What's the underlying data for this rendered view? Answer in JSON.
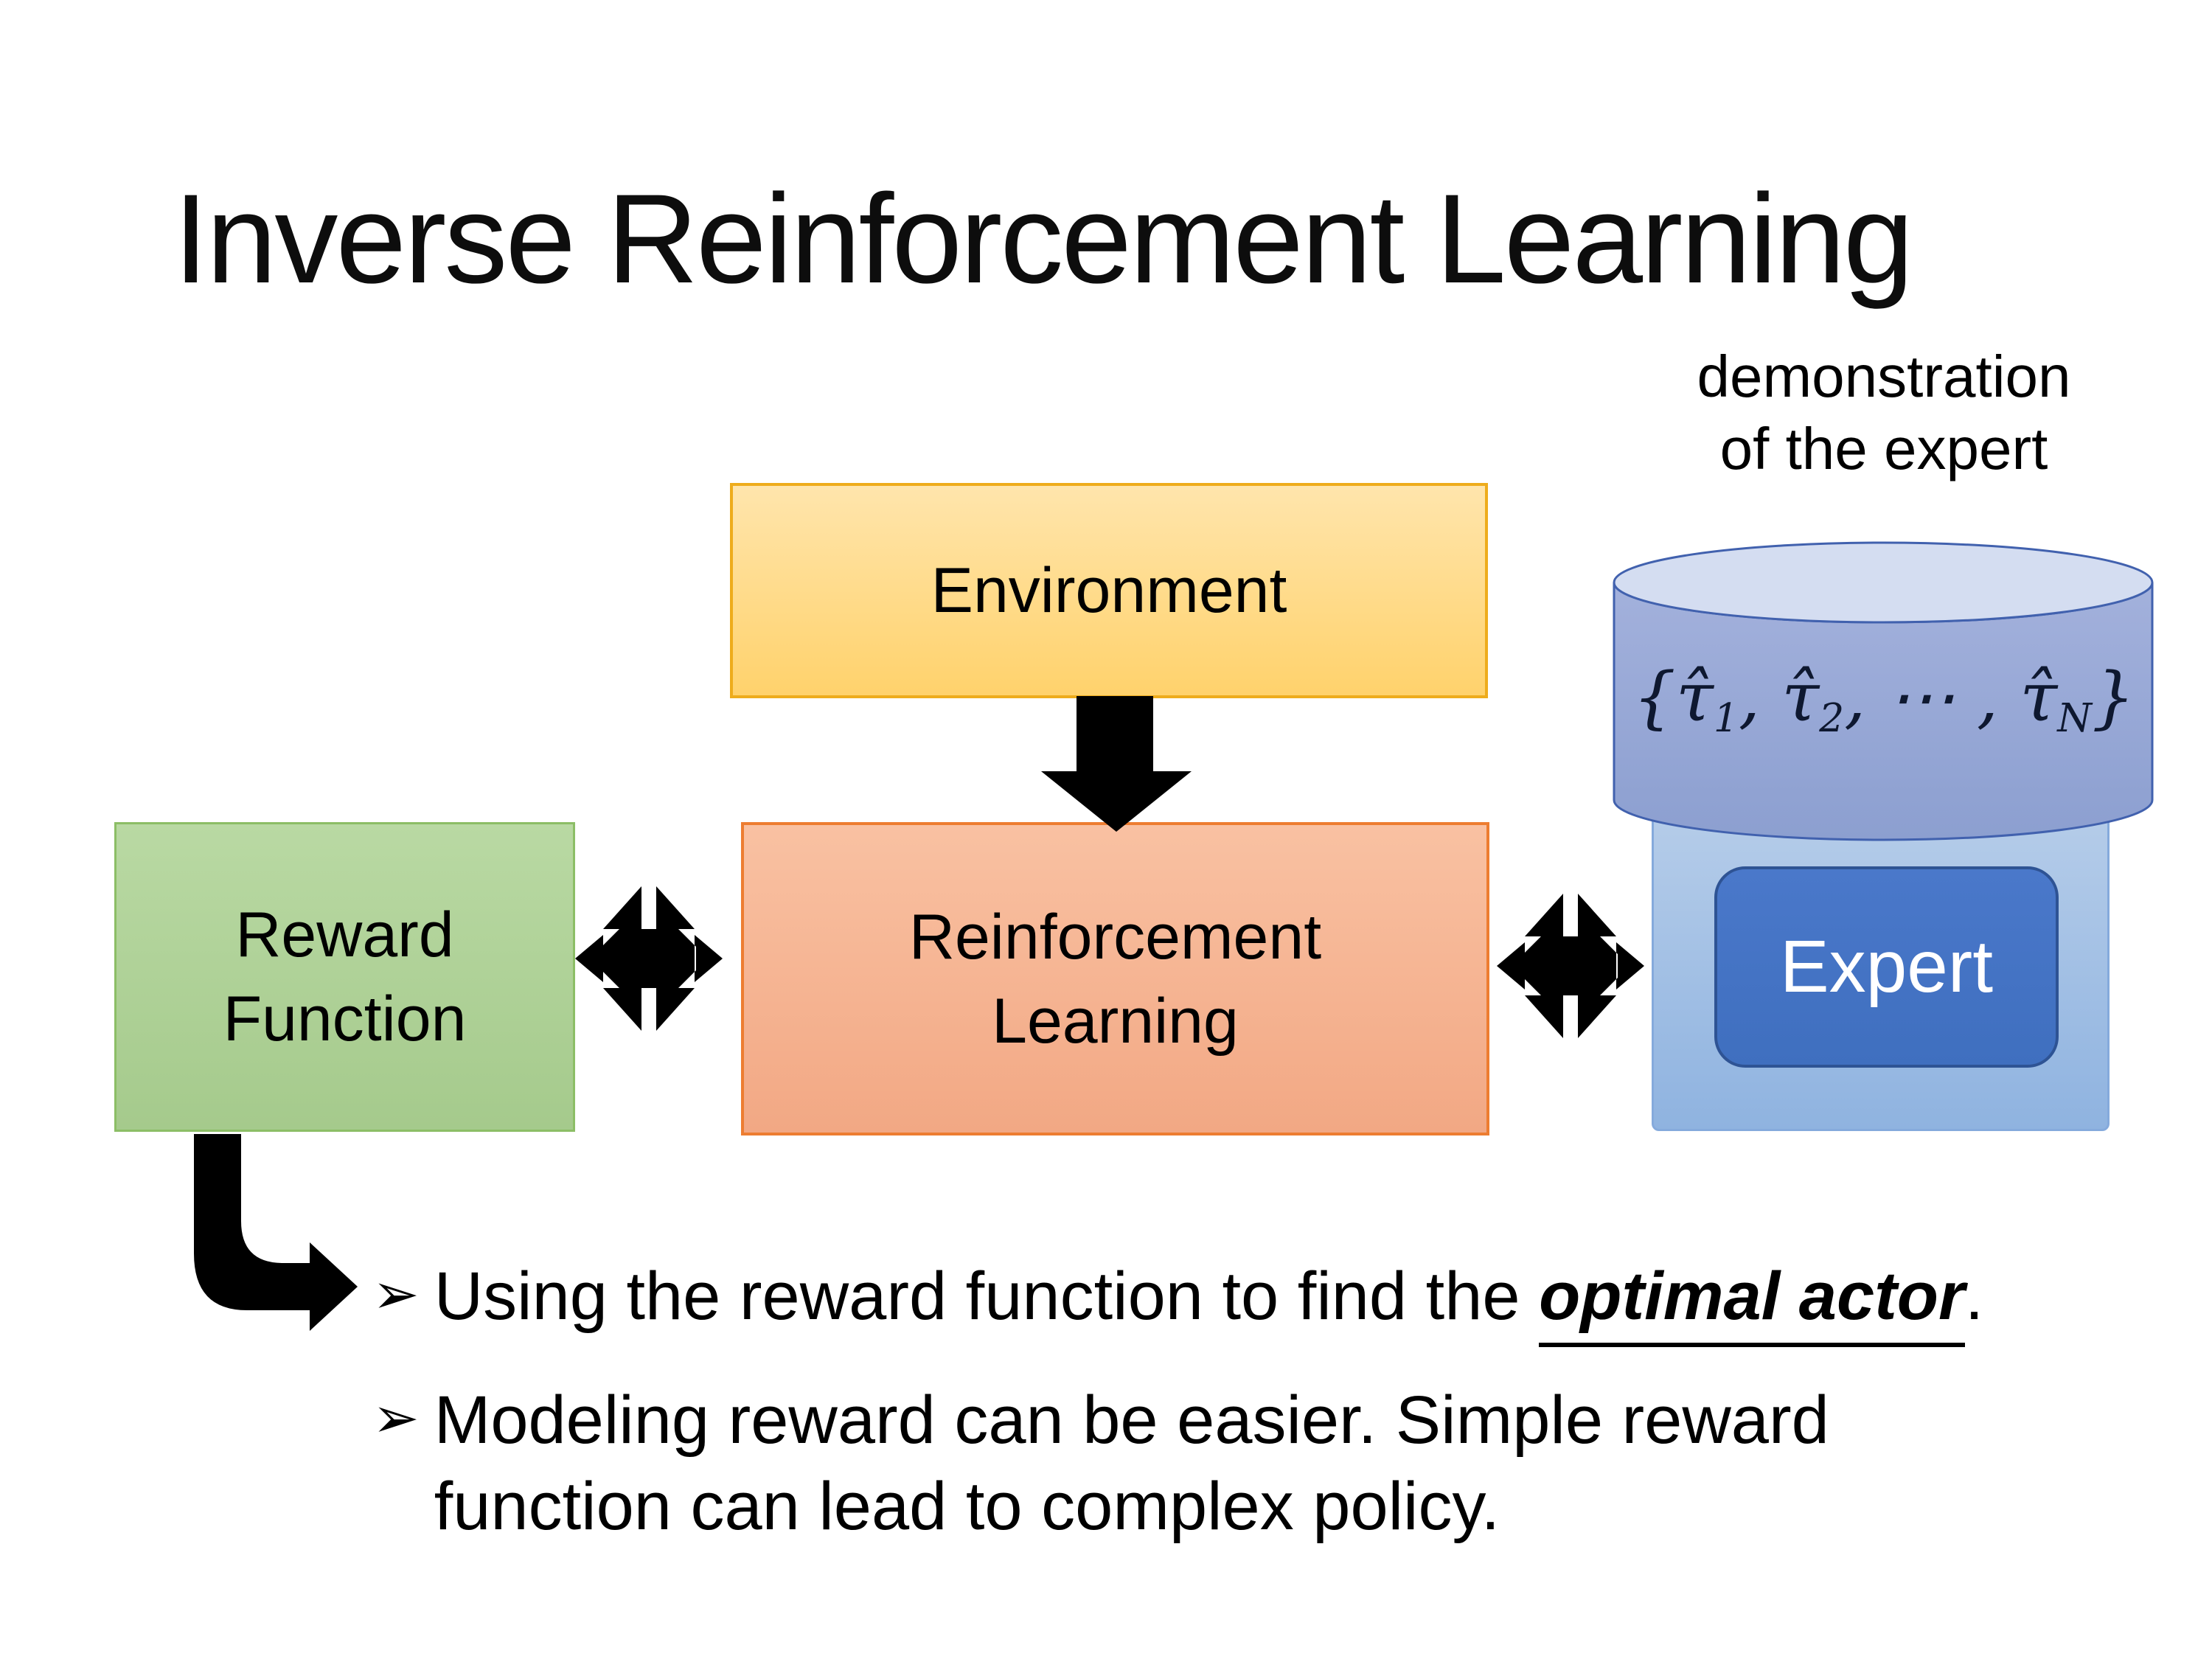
{
  "slide": {
    "title": "Inverse Reinforcement Learning"
  },
  "diagram": {
    "demo_label": {
      "line1": "demonstration",
      "line2": "of the expert"
    },
    "environment_box": {
      "label": "Environment"
    },
    "reward_box": {
      "line1": "Reward",
      "line2": "Function"
    },
    "rl_box": {
      "line1": "Reinforcement",
      "line2": "Learning"
    },
    "expert_box": {
      "label": "Expert"
    },
    "formula": {
      "p1": "{τ̂",
      "s1": "1",
      "p2": ", τ̂",
      "s2": "2",
      "p3": ", ⋯ , τ̂",
      "s3": "N",
      "p4": "}"
    },
    "icons": {
      "down_arrow": "down-arrow",
      "exchange_arrow": "double-exchange-arrow",
      "elbow_arrow": "elbow-arrow",
      "database": "database-cylinder"
    },
    "colors": {
      "environment_fill": "#ffd26c",
      "environment_border": "#eeac1c",
      "reward_fill": "#aed196",
      "reward_border": "#8cbe66",
      "rl_fill": "#f6b492",
      "rl_border": "#ed7d31",
      "expert_container_fill": "#92b6e2",
      "expert_box_fill": "#4472c4",
      "expert_box_border": "#2e5394",
      "cylinder_body": "#98a7d4",
      "cylinder_top": "#d4ddf1",
      "cylinder_border": "#4161ae",
      "arrow_black": "#000000",
      "text": "#000000"
    }
  },
  "bullets": {
    "b1": {
      "marker": "➢",
      "pre": "Using the reward function to find the ",
      "em": "optimal actor",
      "post": "."
    },
    "b2": {
      "marker": "➢",
      "line1": "Modeling reward can be easier. Simple reward",
      "line2": "function can lead to complex policy."
    }
  }
}
